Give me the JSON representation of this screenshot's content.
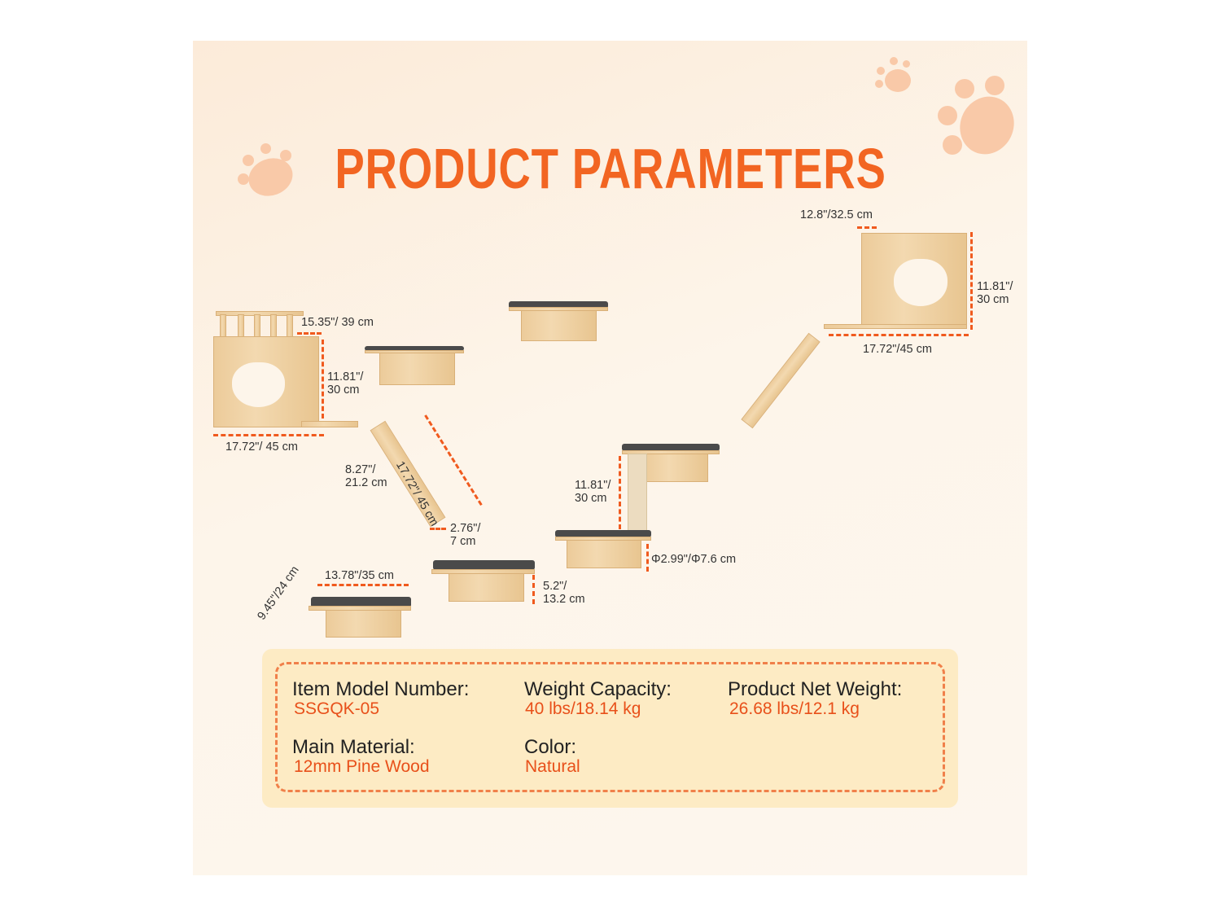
{
  "title": "PRODUCT PARAMETERS",
  "dimensions": {
    "top_box_width": "12.8\"/32.5 cm",
    "top_box_height": "11.81\"/\n30 cm",
    "top_box_length": "17.72\"/45 cm",
    "house_top_width": "15.35\"/ 39 cm",
    "house_height": "11.81\"/\n30 cm",
    "house_length": "17.72\"/ 45 cm",
    "ladder_length": "17.72\"/ 45 cm",
    "ladder_step_spacing": "8.27\"/\n21.2 cm",
    "ladder_width": "2.76\"/\n7 cm",
    "post_height": "11.81\"/\n30 cm",
    "post_diameter": "Φ2.99\"/Φ7.6 cm",
    "shelf_length": "13.78\"/35 cm",
    "shelf_depth": "9.45\"/24 cm",
    "shelf_height": "5.2\"/\n13.2 cm"
  },
  "specs": [
    {
      "label": "Item Model Number:",
      "value": "SSGQK-05"
    },
    {
      "label": "Weight Capacity:",
      "value": "40 lbs/18.14 kg"
    },
    {
      "label": "Product Net Weight:",
      "value": "26.68 lbs/12.1 kg"
    },
    {
      "label": "Main Material:",
      "value": "12mm Pine Wood"
    },
    {
      "label": "Color:",
      "value": "Natural"
    }
  ],
  "colors": {
    "accent": "#f26522",
    "panel": "#fdebc4",
    "background": "#fdf3e6"
  }
}
